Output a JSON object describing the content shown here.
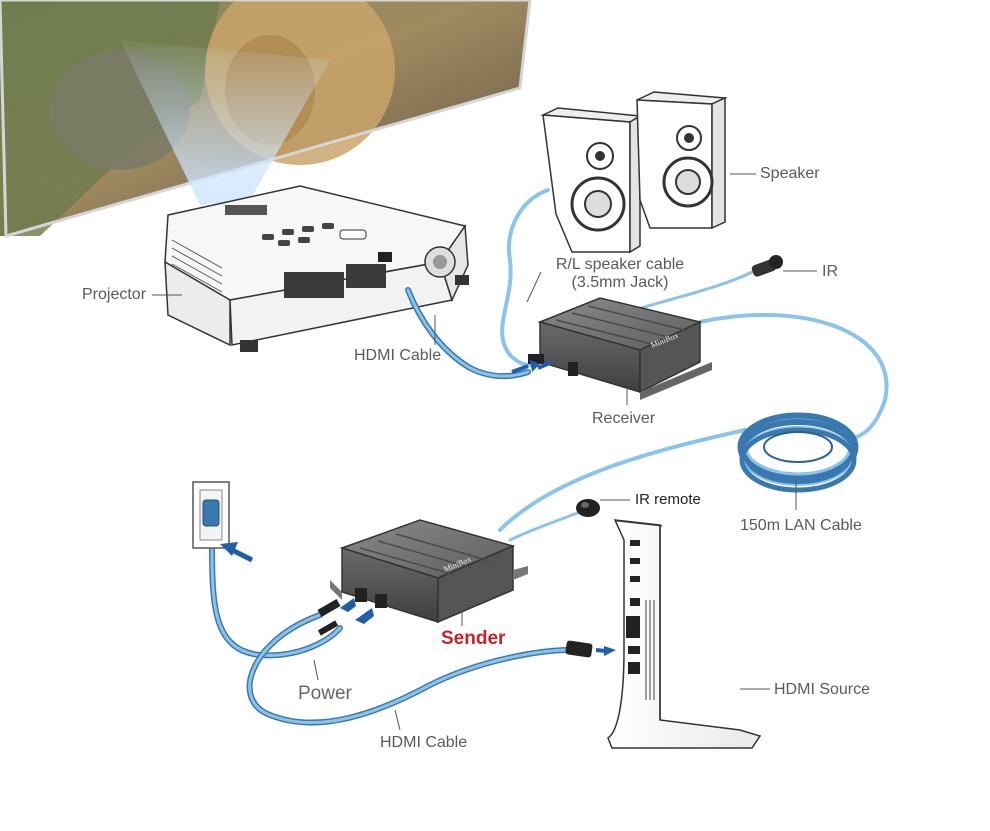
{
  "labels": {
    "projector": "Projector",
    "speaker": "Speaker",
    "speaker_cable_line1": "R/L speaker cable",
    "speaker_cable_line2": "(3.5mm Jack)",
    "ir": "IR",
    "hdmi_cable_top": "HDMI Cable",
    "receiver": "Receiver",
    "lan_cable": "150m LAN Cable",
    "ir_remote": "IR remote",
    "sender": "Sender",
    "power": "Power",
    "hdmi_source": "HDMI Source",
    "hdmi_cable_bottom": "HDMI Cable"
  },
  "device_logo": "MiniBox",
  "colors": {
    "cable_blue": "#7fb3d9",
    "cable_dark": "#3a78b0",
    "arrow_blue": "#1f5fa8",
    "box_gray": "#6e6e6e",
    "sender_red": "#c8232c",
    "label_gray": "#5a5a5a"
  }
}
